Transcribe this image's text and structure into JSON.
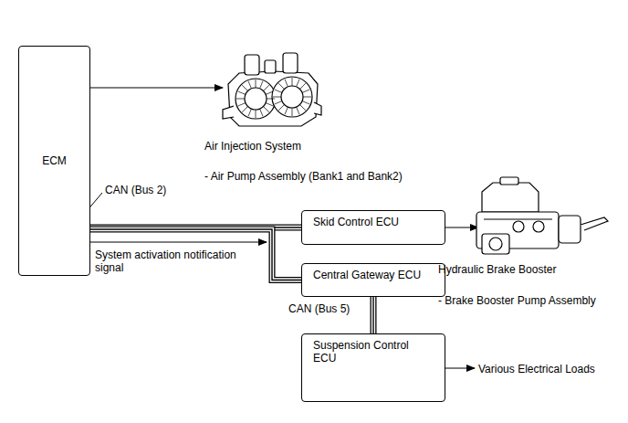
{
  "diagram": {
    "nodes": [
      {
        "text": [
          "ECM"
        ]
      },
      {
        "text": [
          "Skid Control ECU"
        ]
      },
      {
        "text": [
          "Central Gateway ECU"
        ]
      },
      {
        "text": [
          "Suspension Control ECU"
        ]
      }
    ],
    "edges": [
      {
        "from": 0,
        "to": 1,
        "arrow": "none"
      },
      {
        "from": 0,
        "to": 2,
        "arrow": "none"
      },
      {
        "from": 2,
        "to": 3,
        "arrow": "none"
      }
    ],
    "labels": [
      "Air Injection System",
      "- Air Pump Assembly (Bank1 and Bank2)",
      "CAN (Bus 2)",
      "System activation notification signal",
      "Hydraulic Brake Booster",
      "- Brake Booster Pump Assembly",
      "CAN (Bus 5)",
      "Various Electrical Loads"
    ]
  }
}
